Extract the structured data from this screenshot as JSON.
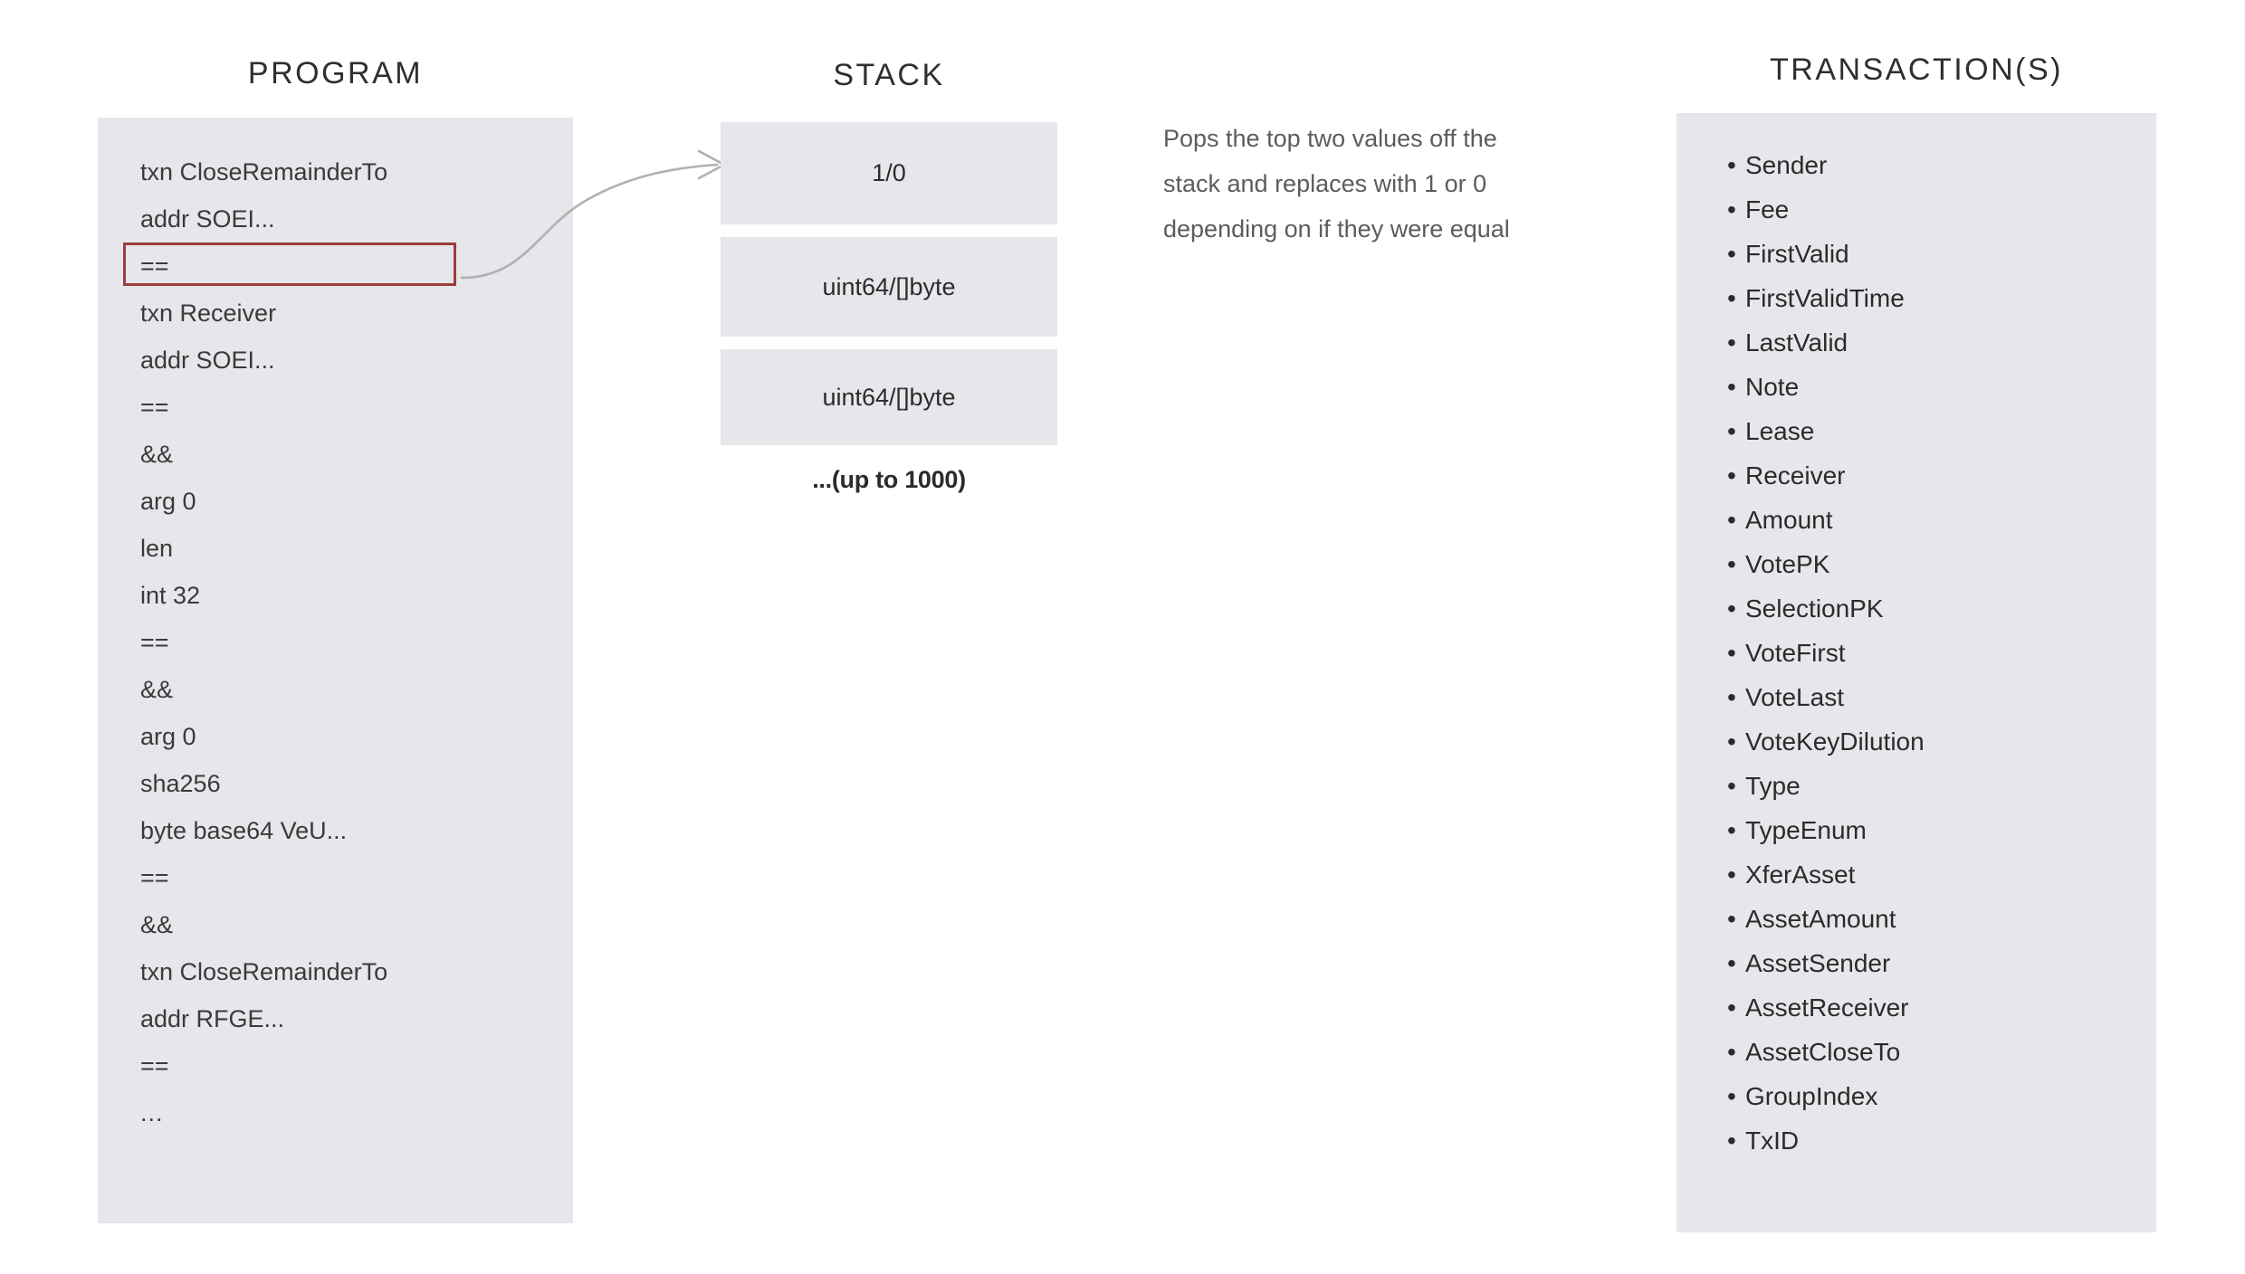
{
  "program": {
    "heading": "PROGRAM",
    "lines": [
      "txn CloseRemainderTo",
      "addr SOEI...",
      "==",
      "txn Receiver",
      "addr SOEI...",
      "==",
      "&&",
      "arg 0",
      "len",
      "int 32",
      "==",
      "&&",
      "arg 0",
      "sha256",
      "byte base64 VeU...",
      "==",
      "&&",
      "txn CloseRemainderTo",
      "addr RFGE...",
      "==",
      "..."
    ],
    "highlighted_line_index": 2,
    "highlight_color": "#9e3b3b"
  },
  "stack": {
    "heading": "STACK",
    "items": [
      "1/0",
      "uint64/[]byte",
      "uint64/[]byte"
    ],
    "more_label": "...(up to 1000)"
  },
  "annotation": {
    "lines": [
      "Pops the top two values off the",
      "stack and replaces with 1 or 0",
      "depending on if they were equal"
    ]
  },
  "transactions": {
    "heading": "TRANSACTION(S)",
    "bullet": "•",
    "fields": [
      "Sender",
      "Fee",
      "FirstValid",
      "FirstValidTime",
      "LastValid",
      "Note",
      "Lease",
      "Receiver",
      "Amount",
      "VotePK",
      "SelectionPK",
      "VoteFirst",
      "VoteLast",
      "VoteKeyDilution",
      "Type",
      "TypeEnum",
      "XferAsset",
      "AssetAmount",
      "AssetSender",
      "AssetReceiver",
      "AssetCloseTo",
      "GroupIndex",
      "TxID"
    ]
  },
  "colors": {
    "panel_background": "#e5e7ea",
    "page_background": "#ffffff",
    "text": "#2b2b2b",
    "annotation_text": "#5c5c5c",
    "highlight_border": "#9e3b3b",
    "arrow": "#b0b0b0"
  }
}
